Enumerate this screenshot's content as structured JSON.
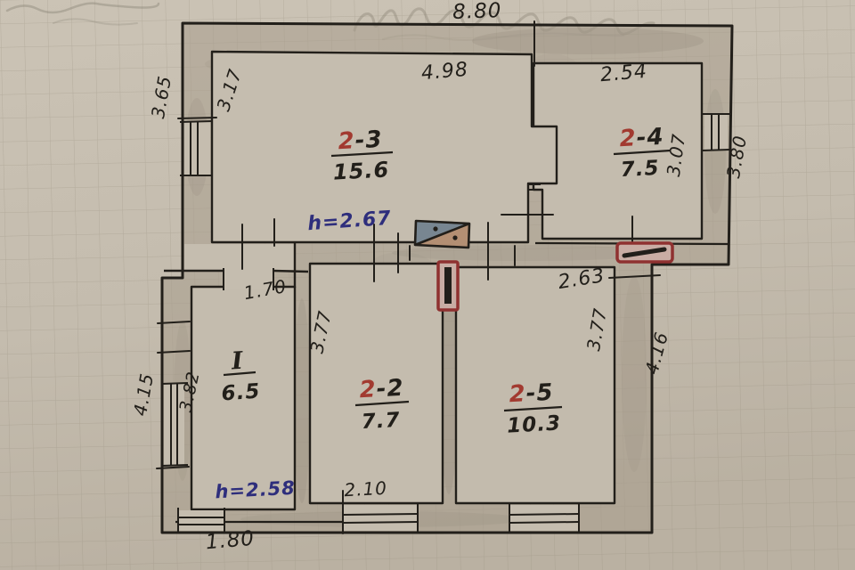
{
  "plan": {
    "kind": "hand-drawn apartment floor plan on graph paper"
  },
  "rooms": {
    "r23": {
      "num_red": "2",
      "num_rest": "-3",
      "area": "15.6"
    },
    "r24": {
      "num_red": "2",
      "num_rest": "-4",
      "area": "7.5"
    },
    "r22": {
      "num_red": "2",
      "num_rest": "-2",
      "area": "7.7"
    },
    "r25": {
      "num_red": "2",
      "num_rest": "-5",
      "area": "10.3"
    },
    "r1": {
      "num": "I",
      "area": "6.5"
    }
  },
  "heights": {
    "upper": "h=2.67",
    "lower": "h=2.58"
  },
  "dimensions": {
    "top_outer": "8.80",
    "top_r23": "4.98",
    "top_r24": "2.54",
    "left_up_out": "3.65",
    "left_up_in": "3.17",
    "right_up_in": "3.07",
    "right_up_out": "3.80",
    "mid_right": "2.63",
    "r1_top": "1.70",
    "r22_left": "3.77",
    "r25_right": "3.77",
    "right_low_out": "4.16",
    "left_low_in": "3.82",
    "left_low_out": "4.15",
    "bottom_r22": "2.10",
    "bottom_left": "1.80"
  },
  "colors": {
    "paper": "#c6beb0",
    "grid": "#8e8574",
    "ink_black": "#221f1a",
    "ink_red": "#a23a30",
    "ink_blue": "#2e2e7c",
    "wall_shade": "#a79d8d",
    "stove_outline_red": "#8f3130",
    "stove_triangle_blue": "#6f7f8e",
    "stove_triangle_brown": "#b08a6d"
  }
}
